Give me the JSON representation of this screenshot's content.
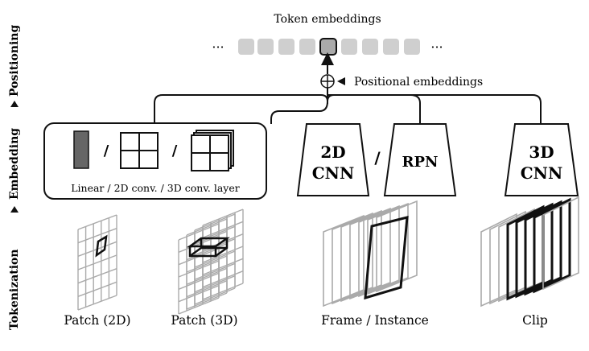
{
  "stages": {
    "positioning": "Positioning",
    "embedding": "Embedding",
    "tokenization": "Tokenization"
  },
  "token_embeddings_label": "Token embeddings",
  "positional_embeddings_label": "Positional embeddings",
  "ellipsis": "···",
  "embedding_box": {
    "caption": "Linear / 2D conv. / 3D conv. layer",
    "separator": "/"
  },
  "cnn2d": {
    "line1": "2D",
    "line2": "CNN"
  },
  "rpn_label": "RPN",
  "rpn_separator": "/",
  "cnn3d": {
    "line1": "3D",
    "line2": "CNN"
  },
  "tokenization_labels": {
    "patch2d": "Patch (2D)",
    "patch3d": "Patch (3D)",
    "frame": "Frame / Instance",
    "clip": "Clip"
  }
}
